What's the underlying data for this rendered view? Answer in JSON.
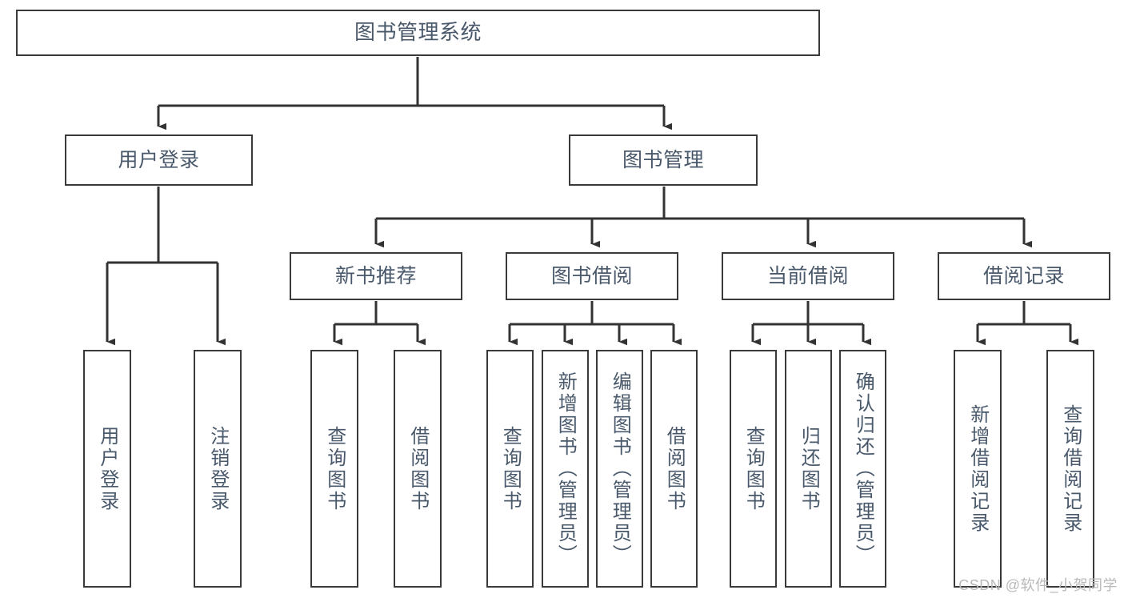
{
  "diagram": {
    "type": "tree",
    "title": "图书管理系统",
    "colors": {
      "box_border": "#3a3a3a",
      "box_fill": "#ffffff",
      "text": "#49596b",
      "connector": "#333333",
      "watermark": "#b9b9b9",
      "background": "#ffffff"
    },
    "nodes": {
      "root": {
        "label": "图书管理系统"
      },
      "level2": [
        {
          "id": "user-login",
          "label": "用户登录"
        },
        {
          "id": "book-management",
          "label": "图书管理"
        }
      ],
      "level3": [
        {
          "id": "new-book-recommend",
          "label": "新书推荐"
        },
        {
          "id": "book-borrow",
          "label": "图书借阅"
        },
        {
          "id": "current-borrow",
          "label": "当前借阅"
        },
        {
          "id": "borrow-record",
          "label": "借阅记录"
        }
      ],
      "leaves": {
        "user_login": [
          {
            "id": "leaf-user-login",
            "label": "用户登录"
          },
          {
            "id": "leaf-logout-login",
            "label": "注销登录"
          }
        ],
        "new_book_recommend": [
          {
            "id": "leaf-query-book-1",
            "label": "查询图书"
          },
          {
            "id": "leaf-borrow-book-1",
            "label": "借阅图书"
          }
        ],
        "book_borrow": [
          {
            "id": "leaf-query-book-2",
            "label": "查询图书"
          },
          {
            "id": "leaf-add-book-admin",
            "label": "新增图书（管理员）"
          },
          {
            "id": "leaf-edit-book-admin",
            "label": "编辑图书（管理员）"
          },
          {
            "id": "leaf-borrow-book-2",
            "label": "借阅图书"
          }
        ],
        "current_borrow": [
          {
            "id": "leaf-query-book-3",
            "label": "查询图书"
          },
          {
            "id": "leaf-return-book",
            "label": "归还图书"
          },
          {
            "id": "leaf-confirm-return-admin",
            "label": "确认归还（管理员）"
          }
        ],
        "borrow_record": [
          {
            "id": "leaf-add-borrow-record",
            "label": "新增借阅记录"
          },
          {
            "id": "leaf-query-borrow-record",
            "label": "查询借阅记录"
          }
        ]
      }
    }
  },
  "watermark": {
    "text": "CSDN @软件_小贺同学"
  }
}
